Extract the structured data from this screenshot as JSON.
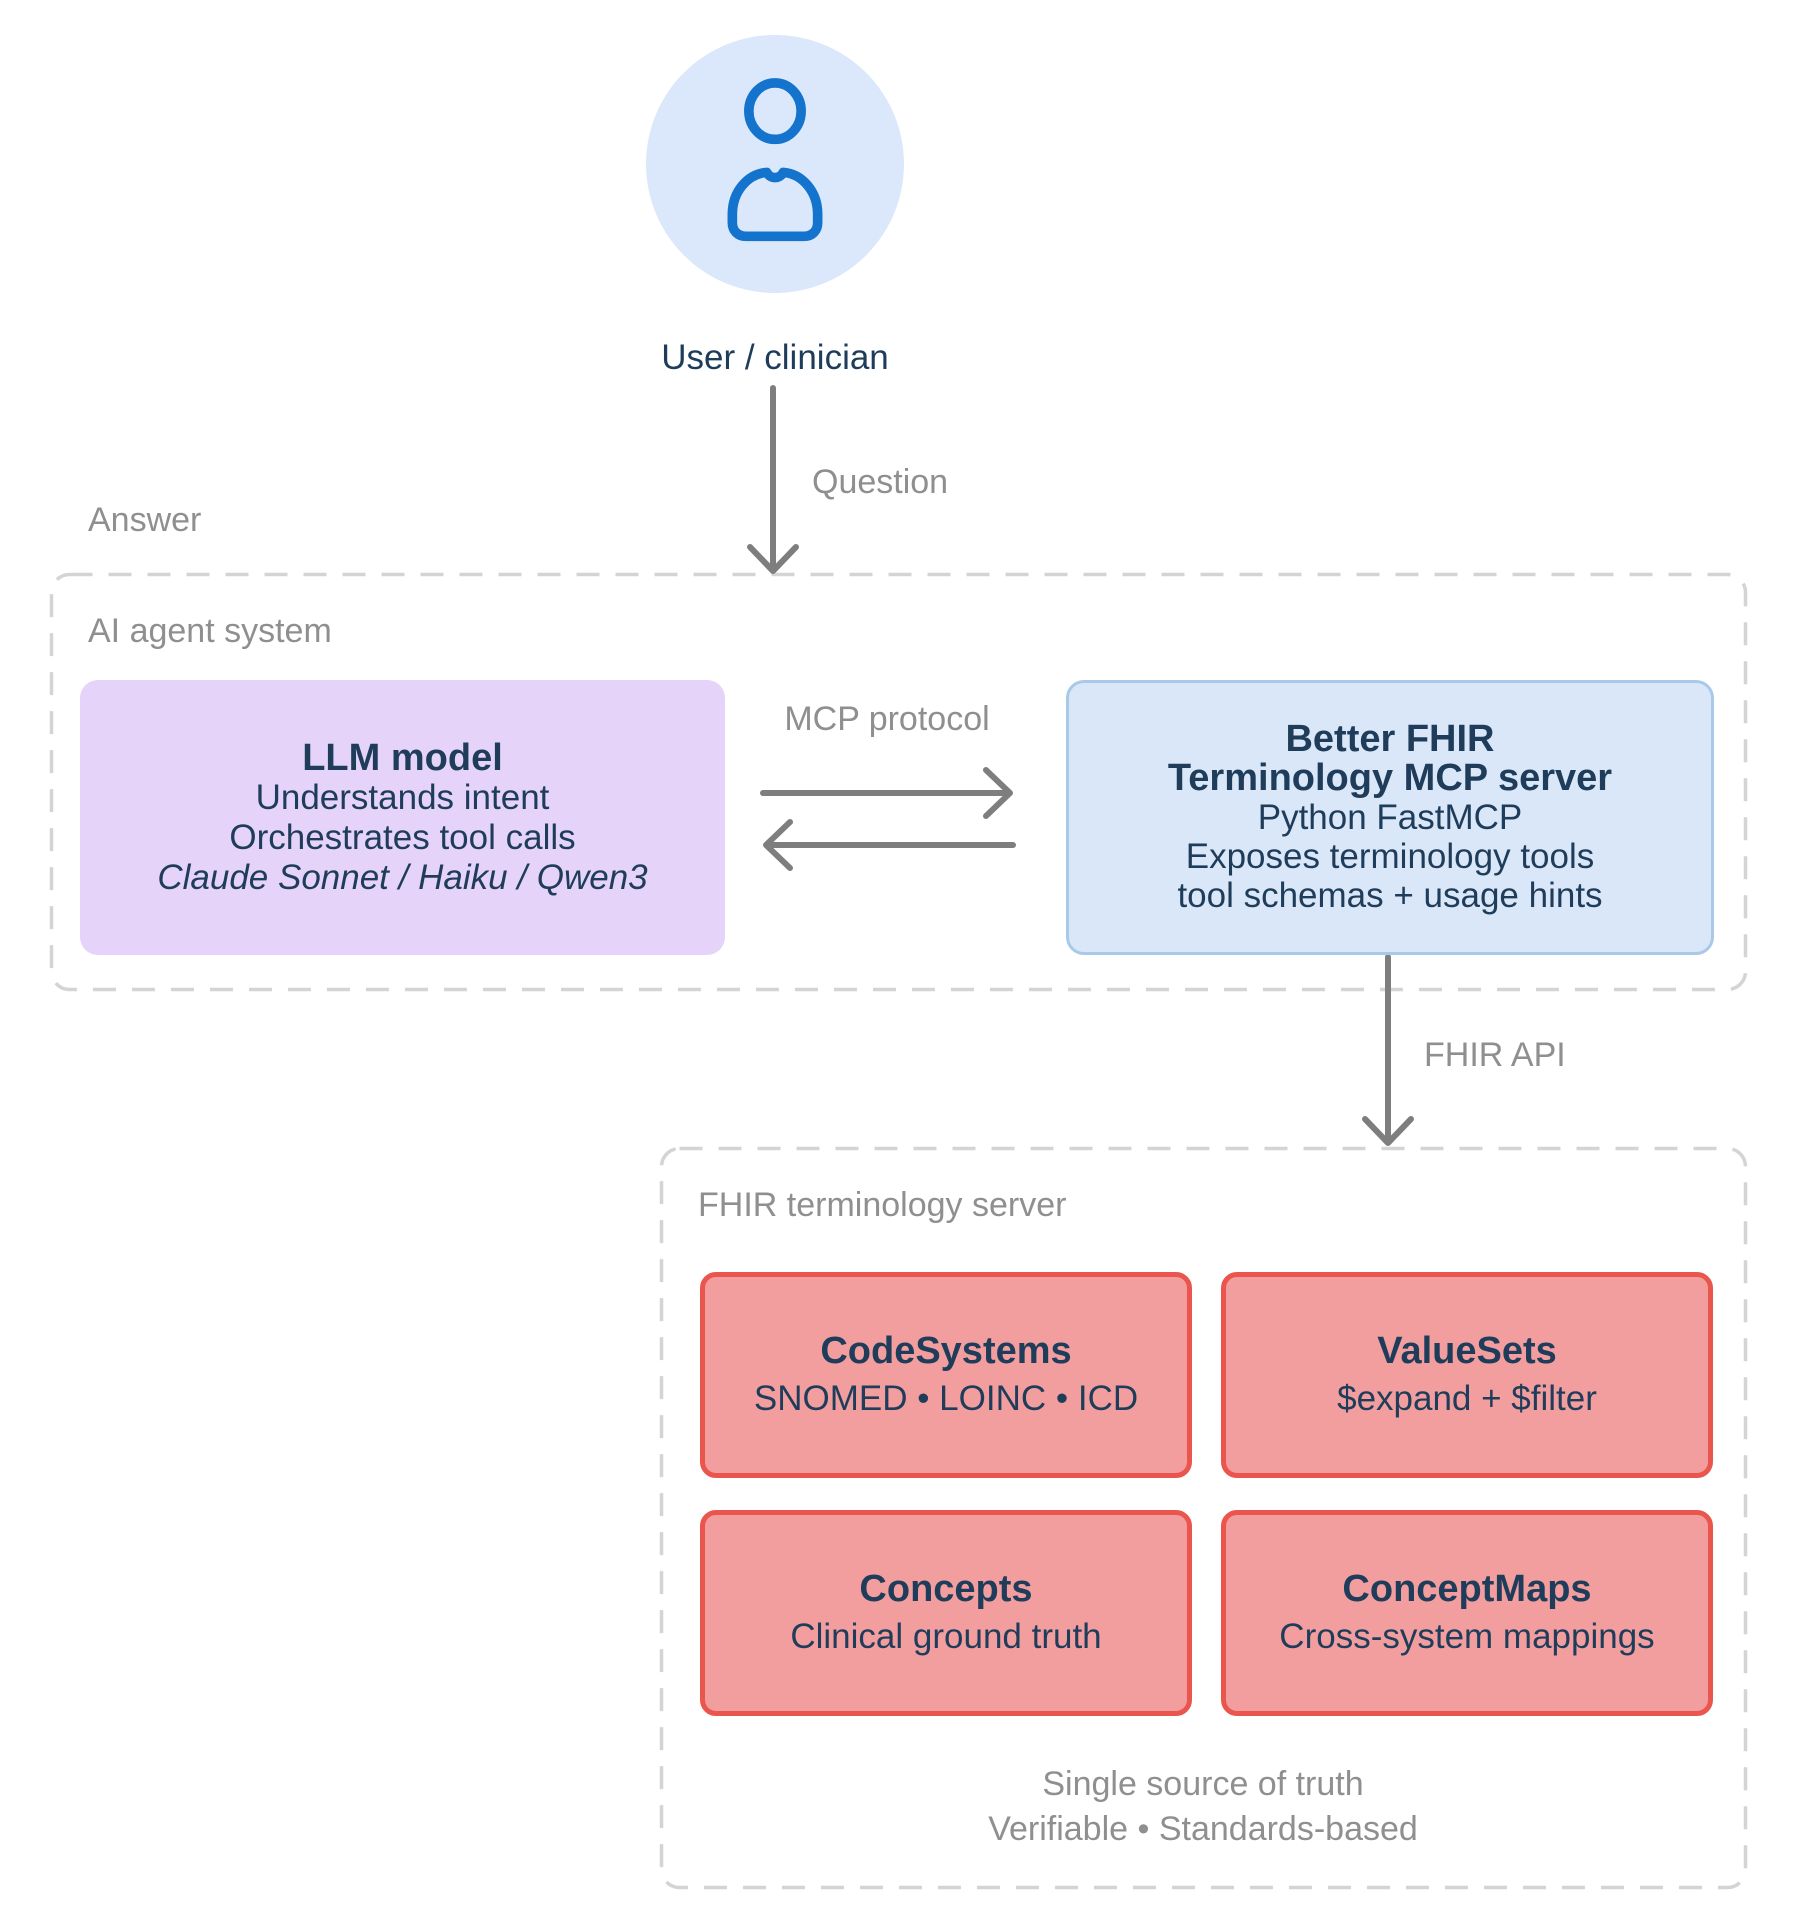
{
  "palette": {
    "navy_text": "#1F3D5A",
    "gray_text": "#8F8F8F",
    "arrow_gray": "#7E7E7E",
    "dashed_border": "#D4D4D4",
    "llm_fill": "#E5D3F9",
    "server_fill": "#D9E7F8",
    "server_border": "#A9C9E8",
    "card_fill": "#F29E9E",
    "card_border": "#EA564E",
    "avatar_fill": "#DBE8FB",
    "avatar_stroke": "#1473CC"
  },
  "user": {
    "label": "User / clinician"
  },
  "flows": {
    "question_label": "Question",
    "answer_label": "Answer",
    "mcp_label": "MCP protocol",
    "fhir_api_label": "FHIR API"
  },
  "agent_system": {
    "label": "AI agent system",
    "llm": {
      "title": "LLM model",
      "line1": "Understands intent",
      "line2": "Orchestrates tool calls",
      "line3": "Claude Sonnet / Haiku / Qwen3"
    },
    "mcp_server": {
      "title1": "Better FHIR",
      "title2": "Terminology MCP server",
      "line1": "Python FastMCP",
      "line2": "Exposes terminology tools",
      "line3": "tool schemas + usage hints"
    }
  },
  "terminology_server": {
    "label": "FHIR terminology server",
    "cards": [
      {
        "title": "CodeSystems",
        "subtitle": "SNOMED • LOINC • ICD"
      },
      {
        "title": "ValueSets",
        "subtitle": "$expand + $filter"
      },
      {
        "title": "Concepts",
        "subtitle": "Clinical ground truth"
      },
      {
        "title": "ConceptMaps",
        "subtitle": "Cross-system mappings"
      }
    ],
    "footer1": "Single source of truth",
    "footer2": "Verifiable • Standards-based"
  }
}
